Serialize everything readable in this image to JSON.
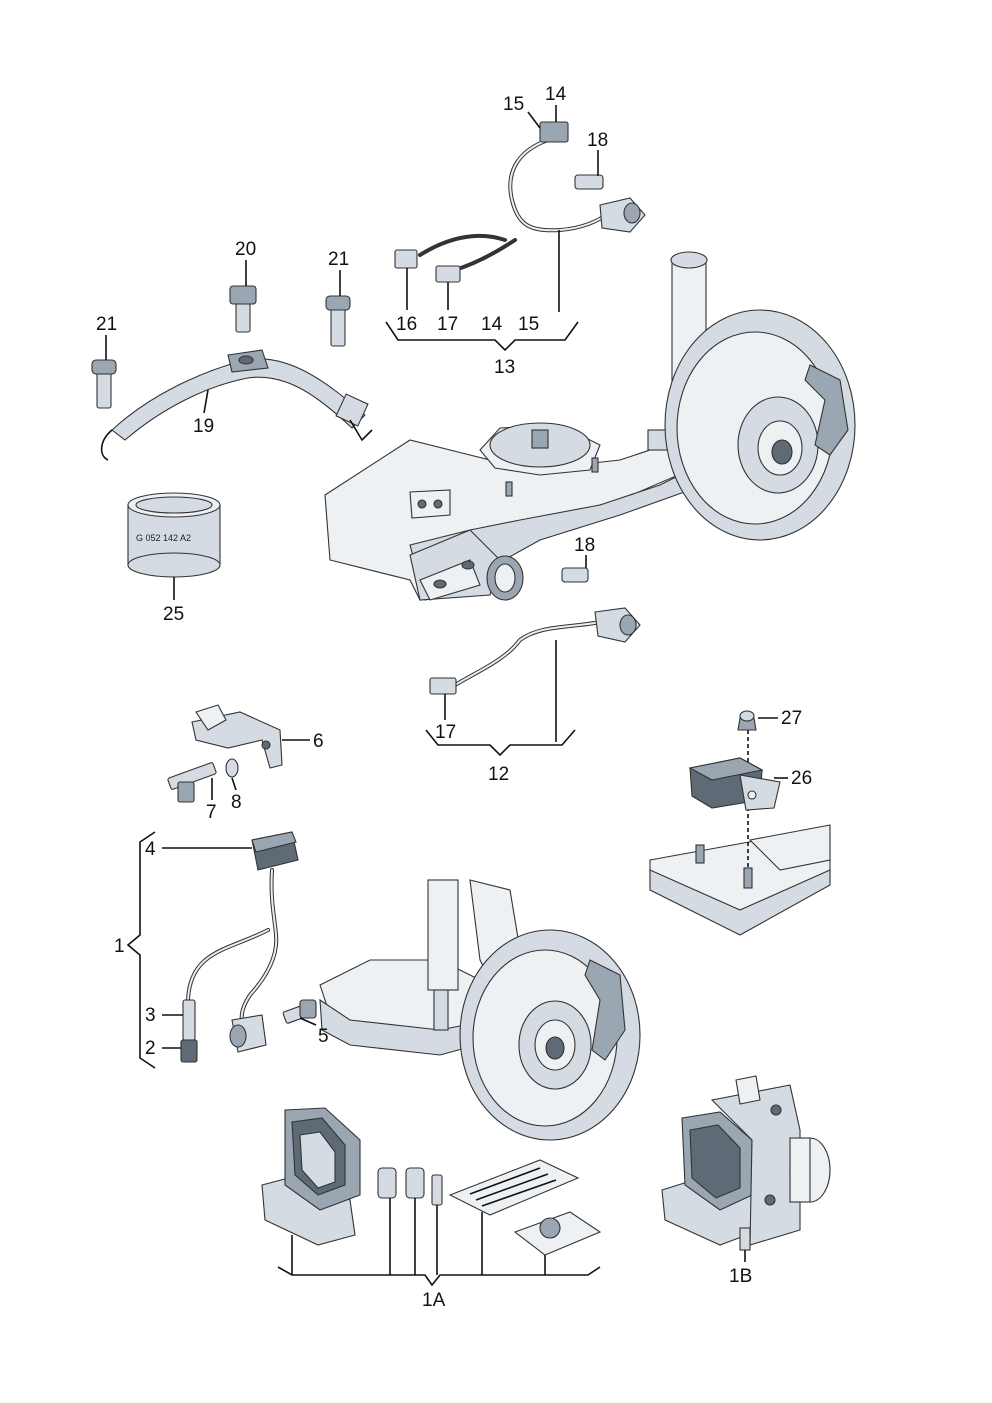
{
  "ring_marking": "G 052 142 A2",
  "callouts": {
    "c1": "1",
    "c1A": "1A",
    "c1B": "1B",
    "c2": "2",
    "c3": "3",
    "c4": "4",
    "c5": "5",
    "c6": "6",
    "c7": "7",
    "c8": "8",
    "c12": "12",
    "c13": "13",
    "c14a": "14",
    "c14b": "14",
    "c15a": "15",
    "c15b": "15",
    "c16": "16",
    "c17a": "17",
    "c17b": "17",
    "c18a": "18",
    "c18b": "18",
    "c19": "19",
    "c20": "20",
    "c21a": "21",
    "c21b": "21",
    "c25": "25",
    "c26": "26",
    "c27": "27"
  }
}
